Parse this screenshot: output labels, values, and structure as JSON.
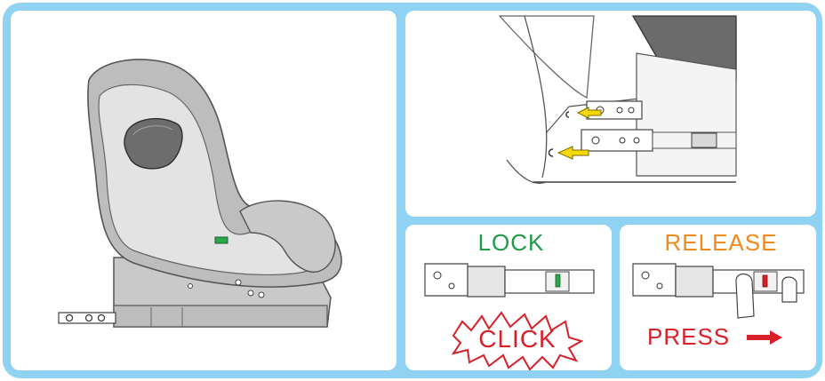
{
  "colors": {
    "frame": "#8fd2f2",
    "lock": "#1f9a4a",
    "release": "#f08a1c",
    "press": "#d8202a",
    "click_outline": "#d8202a",
    "arrow_yellow": "#f5d90a",
    "indicator_green": "#29a84a",
    "indicator_red": "#d8202a",
    "seat_gray": "#b7b7b7",
    "seat_light": "#e3e3e3"
  },
  "panels": {
    "lock": {
      "title": "LOCK",
      "sound": "CLICK"
    },
    "release": {
      "title": "RELEASE",
      "action": "PRESS"
    }
  },
  "icons": [
    "car-seat-illustration",
    "isofix-connector-icon",
    "yellow-arrow-icon",
    "click-burst-icon",
    "finger-press-icon",
    "red-arrow-icon"
  ]
}
